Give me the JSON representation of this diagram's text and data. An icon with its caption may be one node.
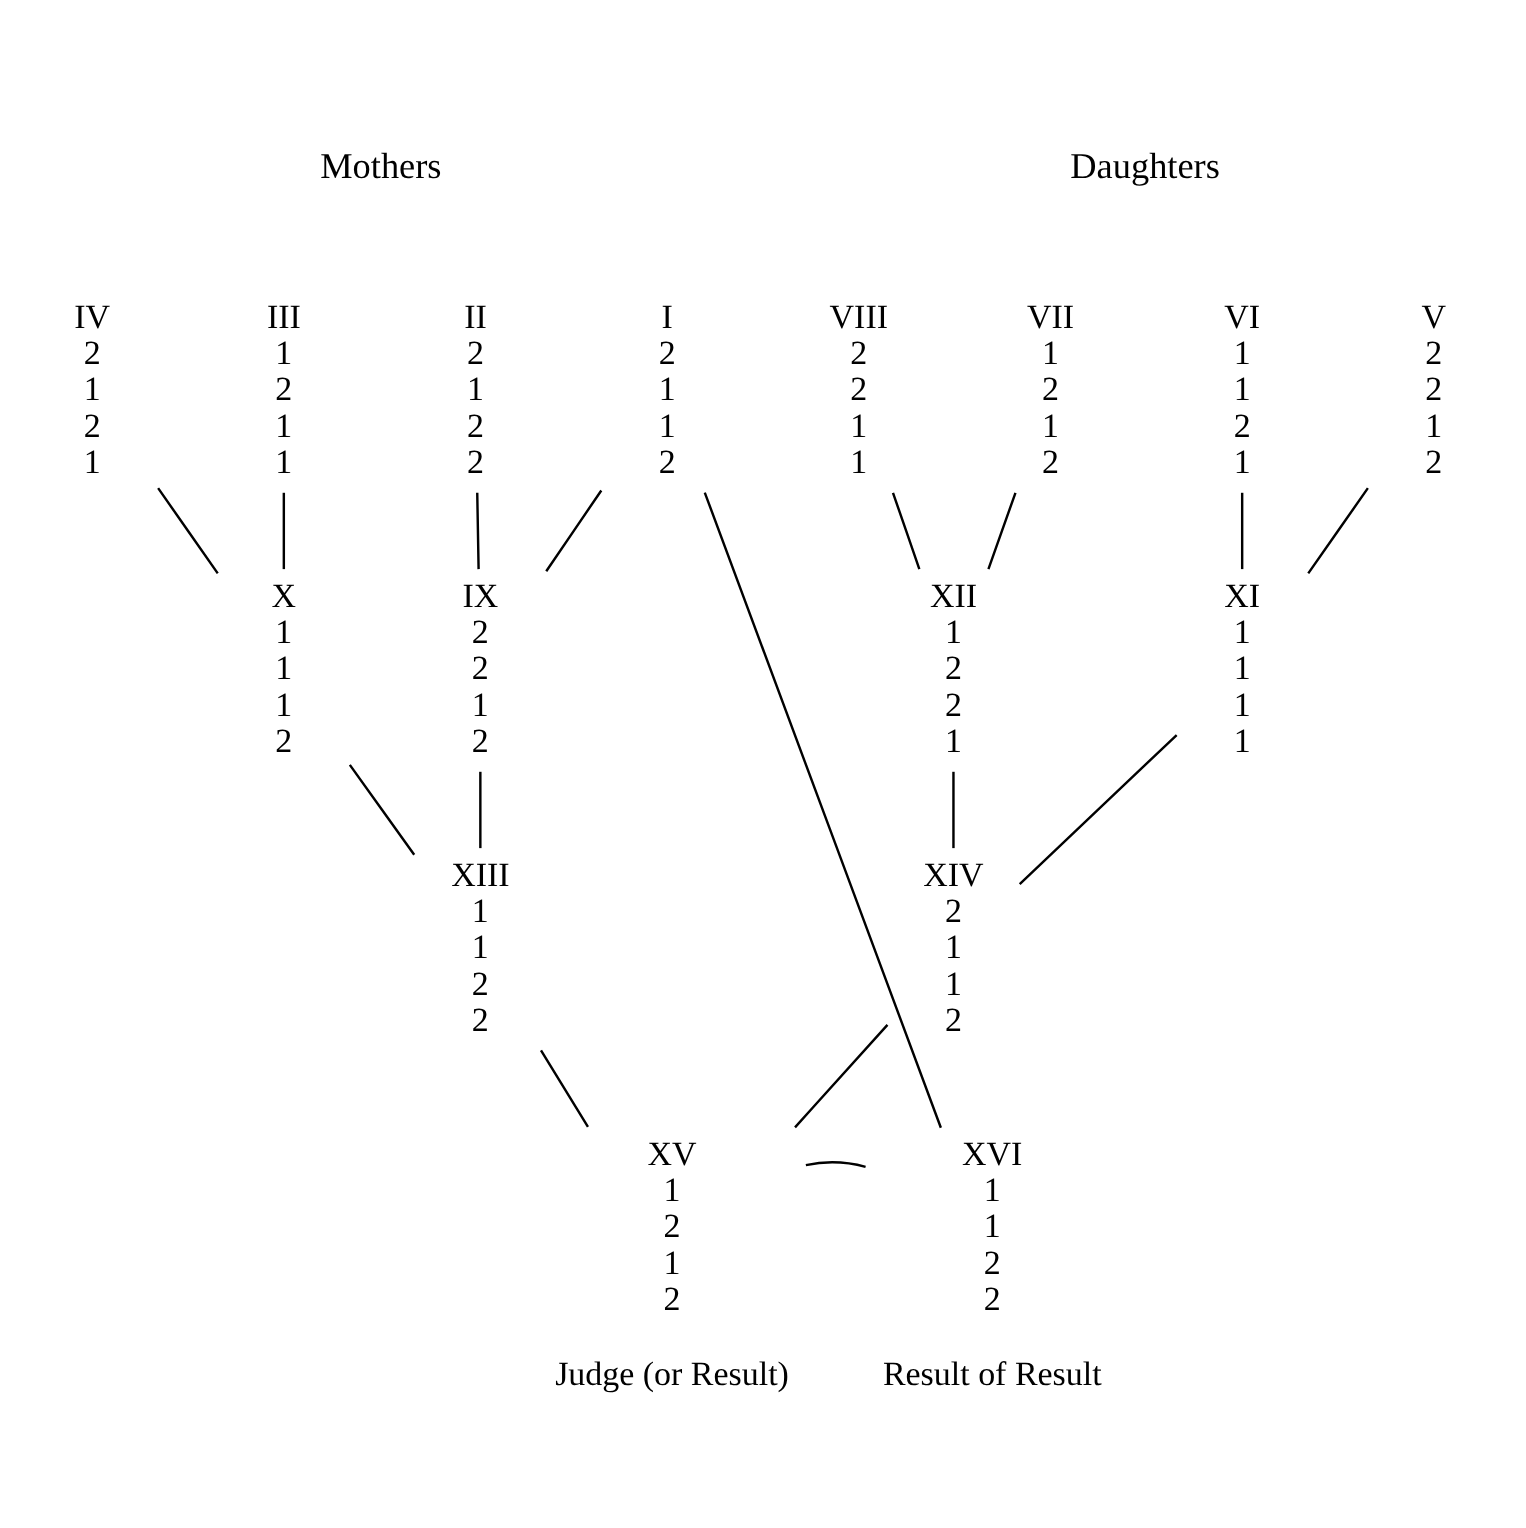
{
  "diagram": {
    "nodes": [
      {
        "text": [
          "VIII",
          "2 2 1 1"
        ]
      },
      {
        "text": [
          "VII",
          "1 2 1 2"
        ]
      },
      {
        "text": [
          "VI",
          "1 1 2 1"
        ]
      },
      {
        "text": [
          "V",
          "2 2 1 2"
        ]
      },
      {
        "text": [
          "IV",
          "2 1 2 1"
        ]
      },
      {
        "text": [
          "III",
          "1 2 1 1"
        ]
      },
      {
        "text": [
          "II",
          "2 1 2 2"
        ]
      },
      {
        "text": [
          "I",
          "2 1 1 2"
        ]
      },
      {
        "text": [
          "XII",
          "1 2 2 1"
        ]
      },
      {
        "text": [
          "XI",
          "1 1 1 1"
        ]
      },
      {
        "text": [
          "X",
          "1 1 1 2"
        ]
      },
      {
        "text": [
          "IX",
          "2 2 1 2"
        ]
      },
      {
        "text": [
          "XIV",
          "2 1 1 2"
        ]
      },
      {
        "text": [
          "XIII",
          "1 1 2 2"
        ]
      },
      {
        "text": [
          "XV",
          "1 2 1 2"
        ],
        "beside": [
          "Judge (or Result)"
        ]
      },
      {
        "text": [
          "XVI",
          "1 1 2 2"
        ],
        "beside": [
          "Result of Result"
        ]
      }
    ],
    "edges": [
      {
        "from": 0,
        "to": 8,
        "arrow": "none"
      },
      {
        "from": 1,
        "to": 8,
        "arrow": "none"
      },
      {
        "from": 2,
        "to": 9,
        "arrow": "none"
      },
      {
        "from": 3,
        "to": 9,
        "arrow": "none"
      },
      {
        "from": 4,
        "to": 10,
        "arrow": "none"
      },
      {
        "from": 5,
        "to": 10,
        "arrow": "none"
      },
      {
        "from": 6,
        "to": 11,
        "arrow": "none"
      },
      {
        "from": 7,
        "to": 11,
        "arrow": "none"
      },
      {
        "from": 8,
        "to": 12,
        "arrow": "none"
      },
      {
        "from": 9,
        "to": 12,
        "arrow": "none"
      },
      {
        "from": 10,
        "to": 13,
        "arrow": "none"
      },
      {
        "from": 11,
        "to": 13,
        "arrow": "none"
      },
      {
        "from": 12,
        "to": 14,
        "arrow": "none"
      },
      {
        "from": 13,
        "to": 14,
        "arrow": "none"
      },
      {
        "from": 14,
        "to": 15,
        "arrow": "none"
      },
      {
        "from": 7,
        "to": 15,
        "arrow": "none"
      }
    ],
    "labels": [
      "Daughters",
      "Mothers"
    ]
  }
}
